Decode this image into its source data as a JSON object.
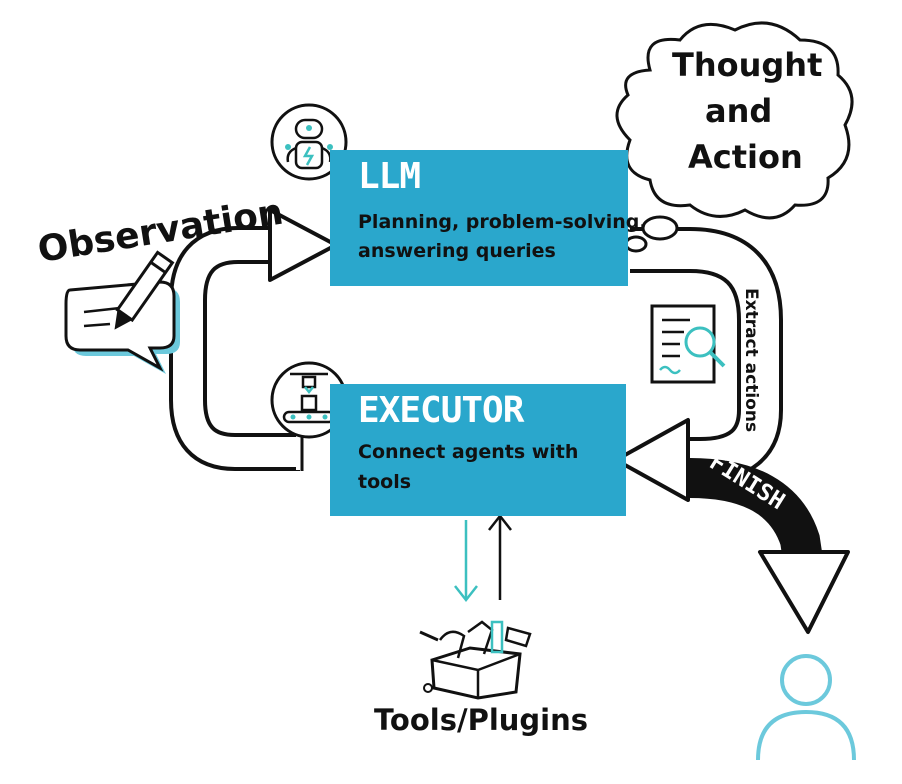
{
  "llm": {
    "title": "LLM",
    "description_line1": "Planning, problem-solving,",
    "description_line2": "answering queries"
  },
  "executor": {
    "title": "EXECUTOR",
    "description_line1": "Connect agents with",
    "description_line2": "tools"
  },
  "thought_bubble": {
    "line1": "Thought",
    "line2": "and",
    "line3": "Action"
  },
  "observation_label": "Observation",
  "extract_actions_label": "Extract actions",
  "finish_label": "FINISH",
  "tools_label": "Tools/Plugins",
  "colors": {
    "accent": "#2aa7cc",
    "teal_icon": "#3cc0c0",
    "person": "#6cc9dc",
    "ink": "#111111"
  },
  "icons": [
    "robot-icon",
    "conveyor-icon",
    "document-search-icon",
    "speech-pencil-icon",
    "toolbox-icon",
    "person-icon"
  ]
}
